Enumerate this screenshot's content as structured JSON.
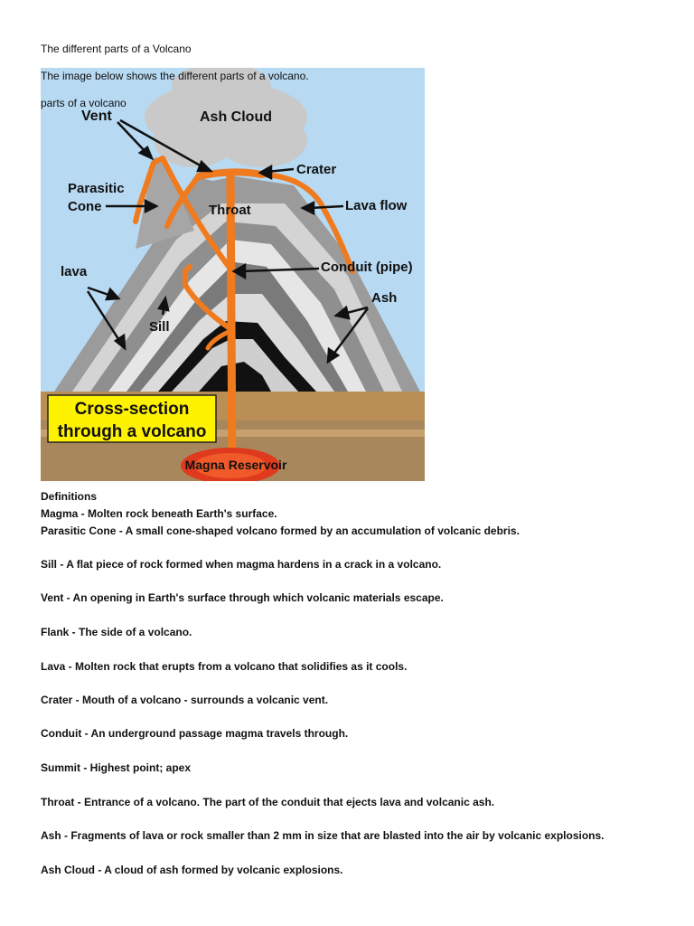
{
  "document": {
    "title": "The different parts of a Volcano",
    "intro": "The image below shows the different parts of a volcano.",
    "figure_caption": "parts of a volcano"
  },
  "figure": {
    "labels": {
      "ash_cloud": "Ash Cloud",
      "vent": "Vent",
      "crater": "Crater",
      "parasitic": "Parasitic",
      "cone": "Cone",
      "throat": "Throat",
      "lava_flow": "Lava flow",
      "lava": "lava",
      "conduit": "Conduit (pipe)",
      "ash": "Ash",
      "sill": "Sill",
      "cross_section_1": "Cross-section",
      "cross_section_2": "through a volcano",
      "magma_reservoir": "Magna Reservoir"
    },
    "colors": {
      "sky": "#b7d9f2",
      "lava": "#f07a1e",
      "ground": "#b8935a",
      "caption_box": "#fff200"
    }
  },
  "definitions": {
    "heading": "Definitions",
    "items": [
      "Magma - Molten rock beneath Earth's surface.",
      "Parasitic Cone - A small cone-shaped volcano formed by an accumulation of volcanic debris.",
      "Sill - A flat piece of rock formed when magma hardens in a crack in a volcano.",
      "Vent - An opening in Earth's surface through which volcanic materials escape.",
      "Flank - The side of a volcano.",
      "Lava - Molten rock that erupts from a volcano that solidifies as it cools.",
      "Crater - Mouth of a volcano - surrounds a volcanic vent.",
      "Conduit - An underground passage magma travels through.",
      "Summit - Highest point; apex",
      "Throat - Entrance of a volcano. The part of the conduit that ejects lava and volcanic ash.",
      "Ash - Fragments of lava or rock smaller than 2 mm in size that are blasted into the air by volcanic explosions.",
      "Ash Cloud - A cloud of ash formed by volcanic explosions."
    ]
  }
}
